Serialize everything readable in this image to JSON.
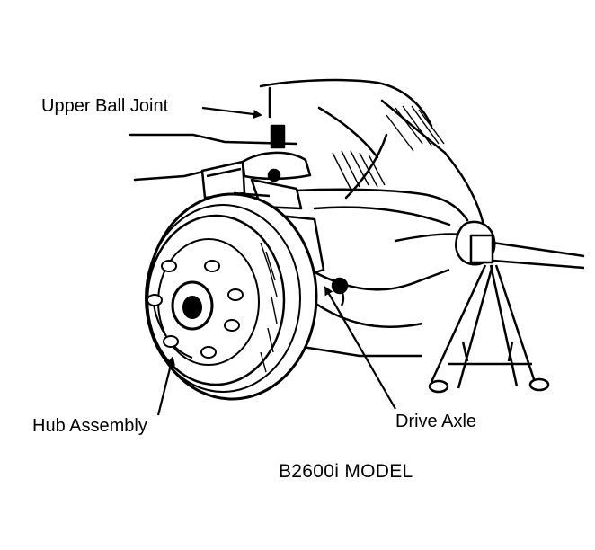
{
  "labels": {
    "upper_ball_joint": "Upper Ball Joint",
    "hub_assembly": "Hub Assembly",
    "drive_axle": "Drive Axle"
  },
  "caption": "B2600i MODEL",
  "colors": {
    "ink": "#000000",
    "paper": "#ffffff"
  }
}
